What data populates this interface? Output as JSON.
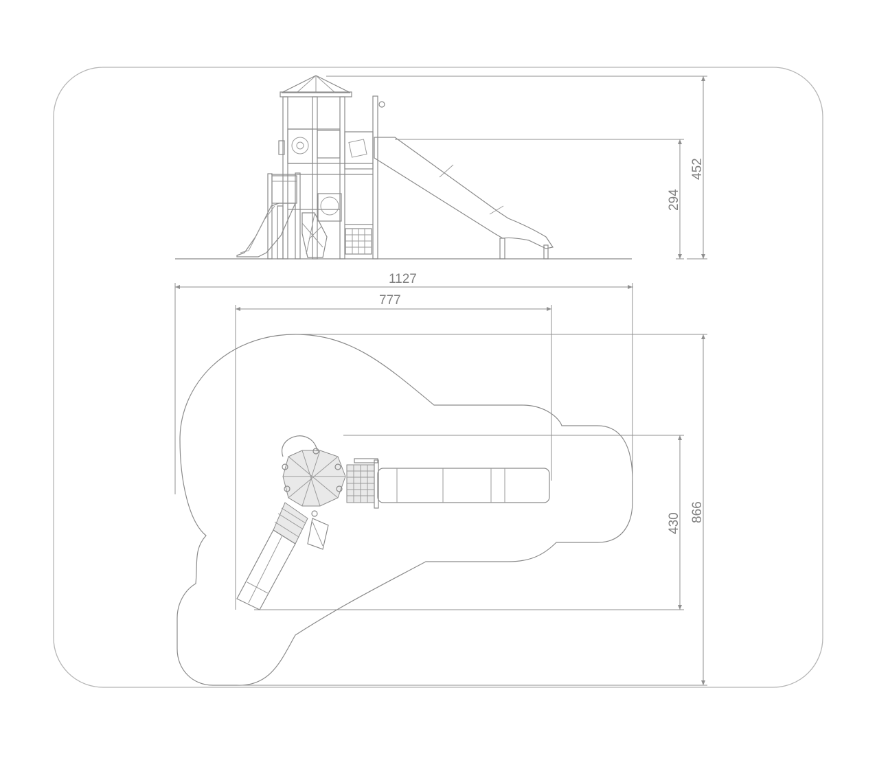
{
  "dimensions": {
    "side_view": {
      "total_height": "452",
      "slide_platform_height": "294"
    },
    "plan_view": {
      "safety_area_length": "1127",
      "equipment_length": "777",
      "safety_area_width": "866",
      "equipment_width": "430"
    }
  },
  "colors": {
    "line": "#8a8a8a",
    "text": "#808080",
    "background": "#ffffff"
  }
}
